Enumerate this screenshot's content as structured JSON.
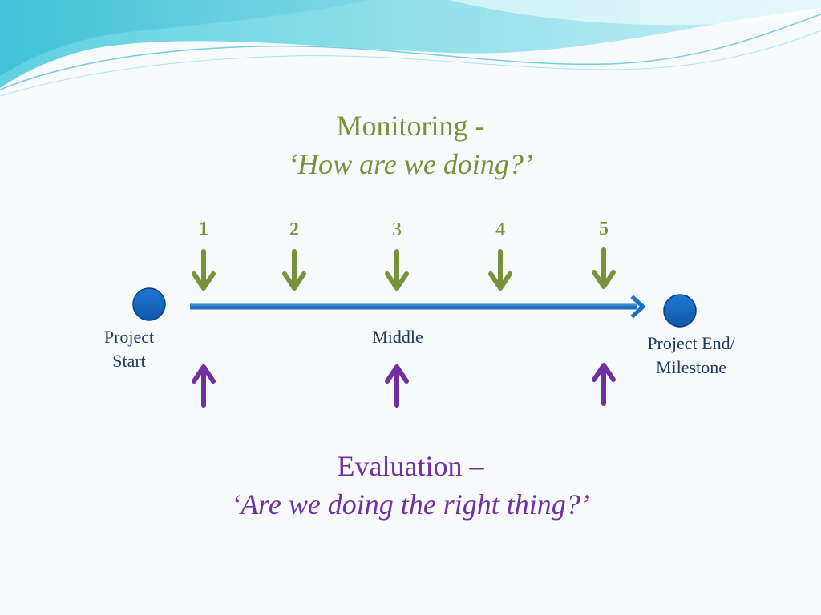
{
  "monitoring": {
    "title": "Monitoring  -",
    "question": "‘How are we doing?’"
  },
  "checkpoints": [
    {
      "label": "1",
      "bold": true
    },
    {
      "label": "2",
      "bold": true
    },
    {
      "label": "3",
      "bold": false
    },
    {
      "label": "4",
      "bold": false
    },
    {
      "label": "5",
      "bold": true
    }
  ],
  "labels": {
    "start_line1": "Project",
    "start_line2": "Start",
    "middle": "Middle",
    "end_line1": "Project End/",
    "end_line2": "Milestone"
  },
  "evaluation": {
    "title": "Evaluation –",
    "question": "‘Are we doing the right thing?’"
  },
  "colors": {
    "monitoring": "#76923c",
    "evaluation": "#7030a0",
    "timeline": "#1f6fc1",
    "node": "#1565c0",
    "label": "#1f3864"
  }
}
